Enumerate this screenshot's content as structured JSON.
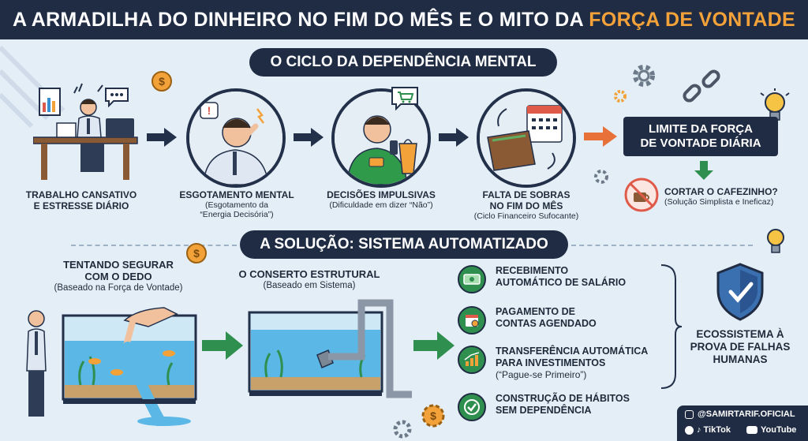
{
  "title": {
    "main": "A ARMADILHA DO DINHEIRO NO FIM DO MÊS E O MITO DA ",
    "highlight": "FORÇA DE VONTADE"
  },
  "cycle": {
    "heading": "O CICLO DA DEPENDÊNCIA MENTAL",
    "steps": [
      {
        "label": "TRABALHO CANSATIVO\nE ESTRESSE DIÁRIO",
        "sub": ""
      },
      {
        "label": "ESGOTAMENTO MENTAL",
        "sub": "(Esgotamento da\n“Energia Decisória”)"
      },
      {
        "label": "DECISÕES IMPULSIVAS",
        "sub": "(Dificuldade em dizer “Não”)"
      },
      {
        "label": "FALTA DE SOBRAS\nNO FIM DO MÊS",
        "sub": "(Ciclo Financeiro Sufocante)"
      }
    ],
    "limit": "LIMITE DA FORÇA\nDE VONTADE DIÁRIA",
    "cut": {
      "label": "CORTAR O CAFEZINHO?",
      "sub": "(Solução Simplista e Ineficaz)"
    }
  },
  "solution": {
    "heading": "A SOLUÇÃO: SISTEMA AUTOMATIZADO",
    "left": {
      "label": "TENTANDO SEGURAR\nCOM O DEDO",
      "sub": "(Baseado na Força de Vontade)"
    },
    "middle": {
      "label": "O CONSERTO ESTRUTURAL",
      "sub": "(Baseado em Sistema)"
    },
    "items": [
      {
        "label": "RECEBIMENTO\nAUTOMÁTICO DE SALÁRIO",
        "sub": "",
        "icon": "money-icon"
      },
      {
        "label": "PAGAMENTO DE\nCONTAS AGENDADO",
        "sub": "",
        "icon": "calendar-icon"
      },
      {
        "label": "TRANSFERÊNCIA AUTOMÁTICA\nPARA INVESTIMENTOS",
        "sub": "(“Pague-se Primeiro”)",
        "icon": "growth-chart-icon"
      },
      {
        "label": "CONSTRUÇÃO DE HÁBITOS\nSEM DEPENDÊNCIA",
        "sub": "",
        "icon": "checkmark-icon"
      }
    ],
    "ecosystem": "ECOSSISTEMA À\nPROVA DE FALHAS\nHUMANAS"
  },
  "social": {
    "instagram": "@SAMIRTARIF.OFICIAL",
    "tiktok": "TikTok",
    "youtube": "YouTube"
  },
  "colors": {
    "navy": "#1f2c44",
    "orange": "#f3a23a",
    "green": "#2f8f4e",
    "water": "#5bb8e6"
  }
}
